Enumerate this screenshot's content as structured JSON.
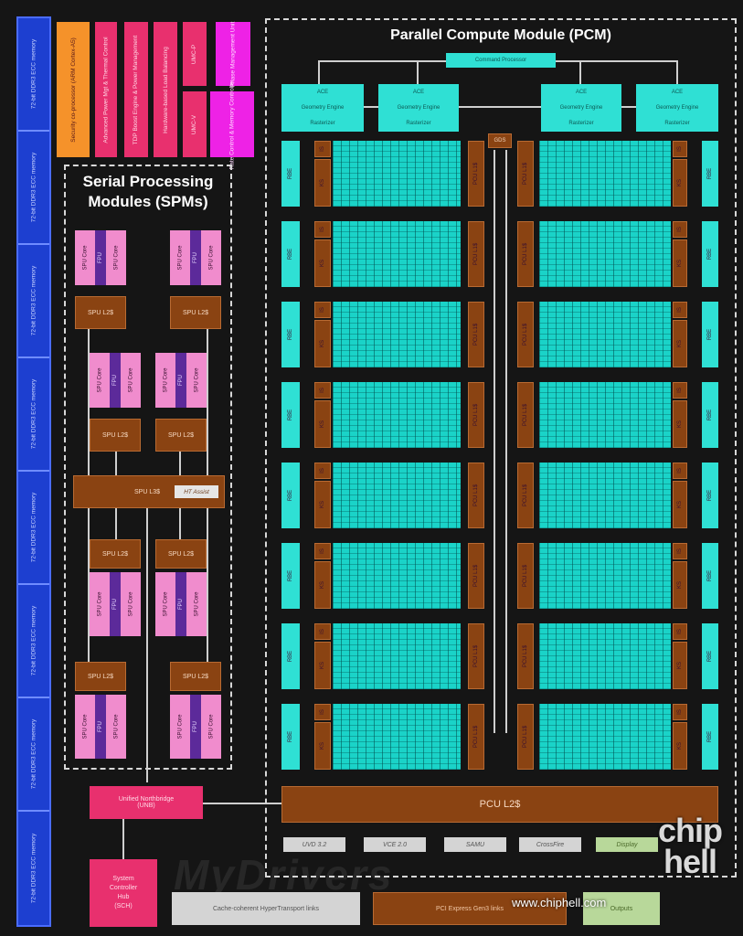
{
  "pcm": {
    "title": "Parallel Compute Module (PCM)",
    "command_processor": "Command Processor",
    "ace_units": [
      {
        "lines": [
          "ACE",
          "Geometry Engine",
          "Rasterizer"
        ]
      },
      {
        "lines": [
          "ACE",
          "Geometry Engine",
          "Rasterizer"
        ]
      },
      {
        "lines": [
          "ACE",
          "Geometry Engine",
          "Rasterizer"
        ]
      },
      {
        "lines": [
          "ACE",
          "Geometry Engine",
          "Rasterizer"
        ]
      }
    ],
    "gds_label": "GDS",
    "rbe_label": "RBE",
    "is_label": "IS",
    "ks_label": "KS",
    "pcu_l1_label": "PCU L1$",
    "pcu_l2_label": "PCU L2$",
    "accelerators": [
      "UVD 3.2",
      "VCE 2.0",
      "SAMU",
      "CrossFire",
      "Display"
    ]
  },
  "spm": {
    "title_line1": "Serial Processing",
    "title_line2": "Modules (SPMs)",
    "spu_core": "SPU Core",
    "fpu": "FPU",
    "spu_l2": "SPU L2$",
    "spu_l3": "SPU L3$",
    "ht_assist": "HT Assist"
  },
  "memory": {
    "label": "72-bit DDR3 ECC memory",
    "cells": [
      "72-bit DDR3 ECC memory",
      "72-bit DDR3 ECC memory",
      "72-bit DDR3 ECC memory",
      "72-bit DDR3 ECC memory",
      "72-bit DDR3 ECC memory",
      "72-bit DDR3 ECC memory",
      "72-bit DDR3 ECC memory",
      "72-bit DDR3 ECC memory"
    ]
  },
  "top_blocks": {
    "security": "Security co-processor (ARM Cortex-A5)",
    "pink1": "Advanced Power Mgt & Thermal Control",
    "pink2": "TDP Boost Engine & Power Management",
    "pink3": "Hardware-based Load Balancing",
    "pink4": "UMC-P",
    "pink5": "UMC-V",
    "magenta1": "Phase Management Unit",
    "magenta2": "Rate Control & Memory Controller"
  },
  "northbridge": {
    "line1": "Unified Northbridge",
    "line2": "(UNB)"
  },
  "sch": {
    "line1": "System",
    "line2": "Controller",
    "line3": "Hub",
    "line4": "(SCH)"
  },
  "bottom_links": {
    "ht": "Cache-coherent HyperTransport links",
    "pcie": "PCI Express Gen3 links",
    "display_out": "Outputs"
  },
  "watermark": {
    "site": "www.chiphell.com",
    "logo": "chip hell",
    "mydrivers": "MyDrivers"
  },
  "colors": {
    "memory": "#1d3fd0",
    "orange": "#f5922a",
    "pink": "#e8306e",
    "magenta": "#ee22e6",
    "spu_core": "#f08ccd",
    "fpu": "#5c2a9a",
    "cache": "#8a4312",
    "compute": "#2fe0d4"
  }
}
